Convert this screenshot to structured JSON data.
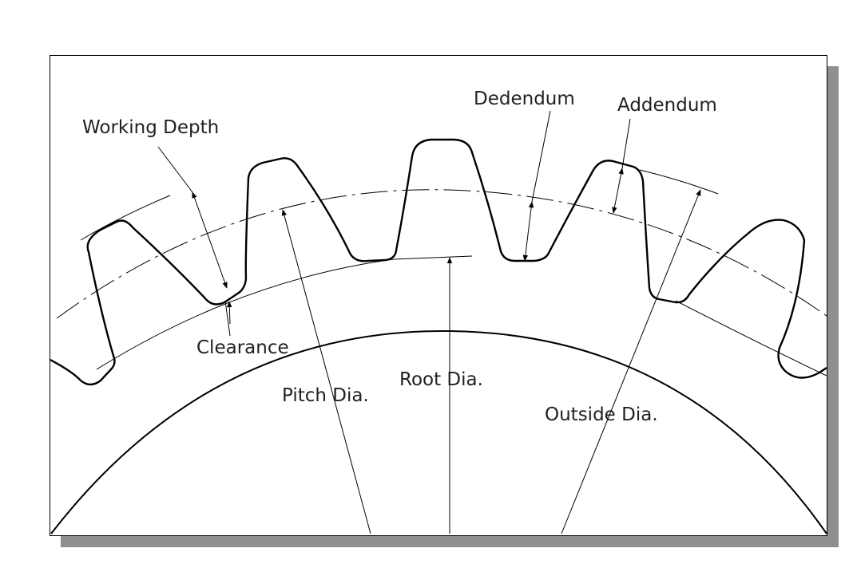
{
  "labels": {
    "working_depth": "Working Depth",
    "dedendum": "Dedendum",
    "addendum": "Addendum",
    "clearance": "Clearance",
    "pitch_dia": "Pitch Dia.",
    "root_dia": "Root Dia.",
    "outside_dia": "Outside Dia."
  },
  "colors": {
    "line": "#000000",
    "text": "#222222",
    "shadow": "#8f8f8f",
    "background": "#ffffff"
  }
}
